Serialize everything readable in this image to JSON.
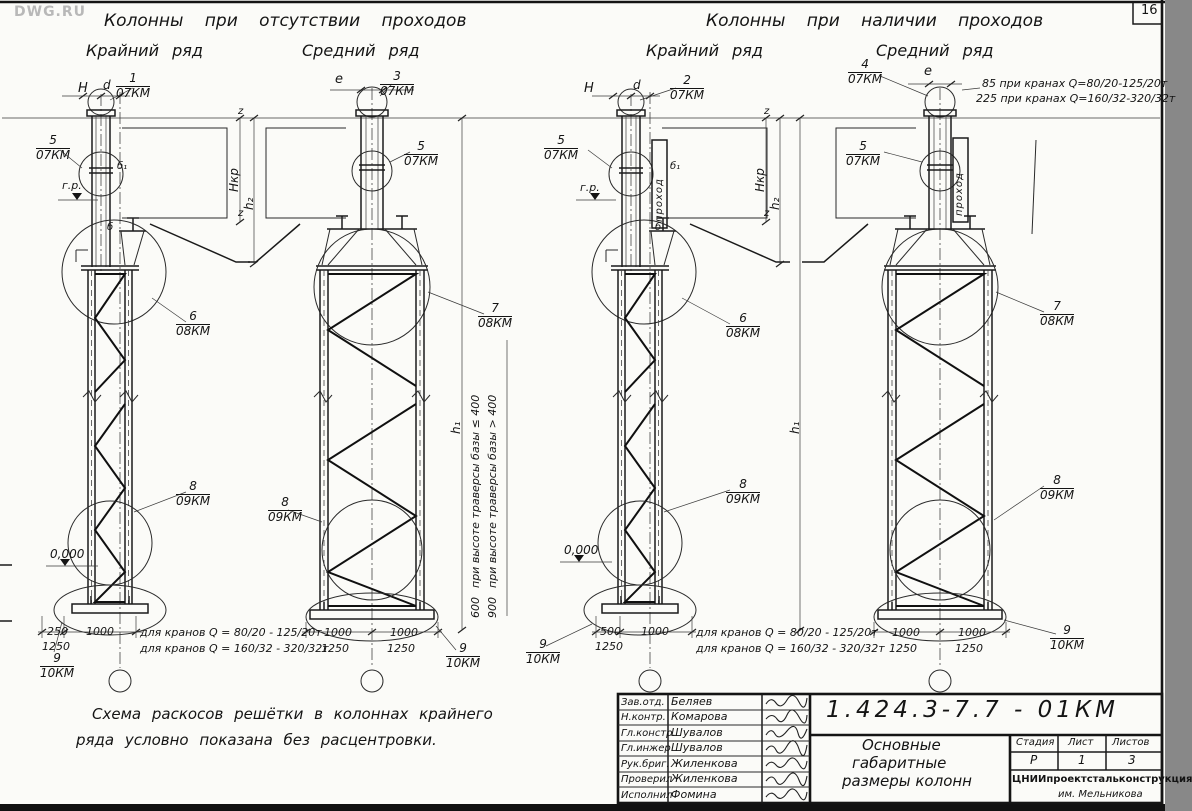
{
  "page": {
    "watermark": "DWG.RU",
    "corner_number": "16"
  },
  "headers": {
    "left_group_title": "Колонны при отсутствии проходов",
    "right_group_title": "Колонны при наличии проходов",
    "left_sub1": "Крайний ряд",
    "left_sub2": "Средний ряд",
    "right_sub1": "Крайний ряд",
    "right_sub2": "Средний ряд"
  },
  "callouts": {
    "c1": {
      "num": "1",
      "sheet": "07КМ"
    },
    "c2": {
      "num": "2",
      "sheet": "07КМ"
    },
    "c3": {
      "num": "3",
      "sheet": "07КМ"
    },
    "c4": {
      "num": "4",
      "sheet": "07КМ"
    },
    "c5": {
      "num": "5",
      "sheet": "07КМ"
    },
    "c6": {
      "num": "6",
      "sheet": "08КМ"
    },
    "c7": {
      "num": "7",
      "sheet": "08КМ"
    },
    "c8": {
      "num": "8",
      "sheet": "09КМ"
    },
    "c9": {
      "num": "9",
      "sheet": "10КМ"
    }
  },
  "dims": {
    "H": "Н",
    "d": "d",
    "e": "е",
    "Hkr": "Нкр",
    "h1": "h₁",
    "h2": "h₂",
    "z": "z",
    "gr": "г.р.",
    "zero": "0,000",
    "b1": "б₁",
    "b": "б",
    "passage": "проход",
    "d250": "250",
    "d500": "500",
    "d1000": "1000",
    "d1250": "1250",
    "d600": "600",
    "d900": "900"
  },
  "notes": {
    "crane_small": "для кранов Q = 80/20 - 125/20т",
    "crane_large": "для кранов Q = 160/32 - 320/32т",
    "top_right_1": "85 при кранах Q=80/20-125/20т",
    "top_right_2": "225 при кранах Q=160/32-320/32т",
    "traverse_low": "при высоте траверсы базы ≤ 400",
    "traverse_high": "при высоте траверсы базы > 400",
    "bottom_line1": "Схема раскосов решётки в колоннах крайнего",
    "bottom_line2": "ряда условно показана без расцентровки."
  },
  "title_block": {
    "doc_number": "1.424.3-7.7 - 01КМ",
    "rows": [
      {
        "role": "Зав.отд.",
        "name": "Беляев"
      },
      {
        "role": "Н.контр.",
        "name": "Комарова"
      },
      {
        "role": "Гл.констр.",
        "name": "Шувалов"
      },
      {
        "role": "Гл.инжер.",
        "name": "Шувалов"
      },
      {
        "role": "Рук.бриг.",
        "name": "Жиленкова"
      },
      {
        "role": "Проверил",
        "name": "Жиленкова"
      },
      {
        "role": "Исполнил",
        "name": "Фомина"
      }
    ],
    "title_line1": "Основные",
    "title_line2": "габаритные",
    "title_line3": "размеры колонн",
    "stage_label": "Стадия",
    "sheet_label": "Лист",
    "sheets_label": "Листов",
    "stage_value": "Р",
    "sheet_value": "1",
    "sheets_value": "3",
    "org_line1": "ЦНИИпроектстальконструкция",
    "org_line2": "им. Мельникова"
  }
}
